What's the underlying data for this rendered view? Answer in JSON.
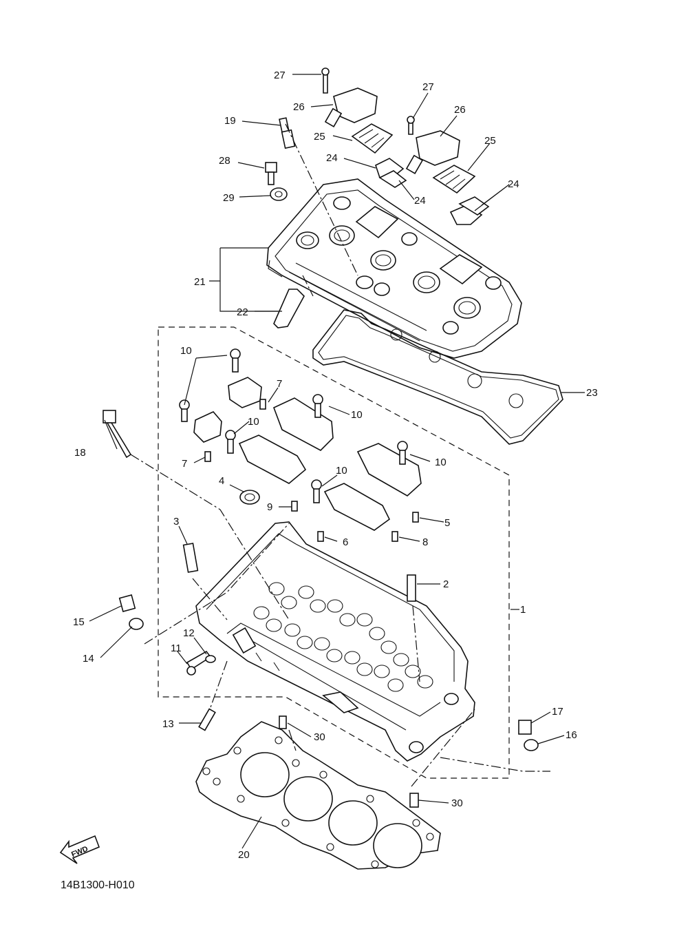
{
  "diagram": {
    "figure_code": "14B1300-H010",
    "fwd_label": "FWD",
    "callouts": [
      "27",
      "26",
      "27",
      "26",
      "19",
      "25",
      "25",
      "28",
      "24",
      "24",
      "24",
      "29",
      "21",
      "22",
      "23",
      "10",
      "7",
      "10",
      "10",
      "7",
      "10",
      "10",
      "18",
      "4",
      "9",
      "5",
      "6",
      "3",
      "8",
      "2",
      "1",
      "15",
      "12",
      "11",
      "14",
      "13",
      "30",
      "17",
      "16",
      "30",
      "20"
    ]
  }
}
